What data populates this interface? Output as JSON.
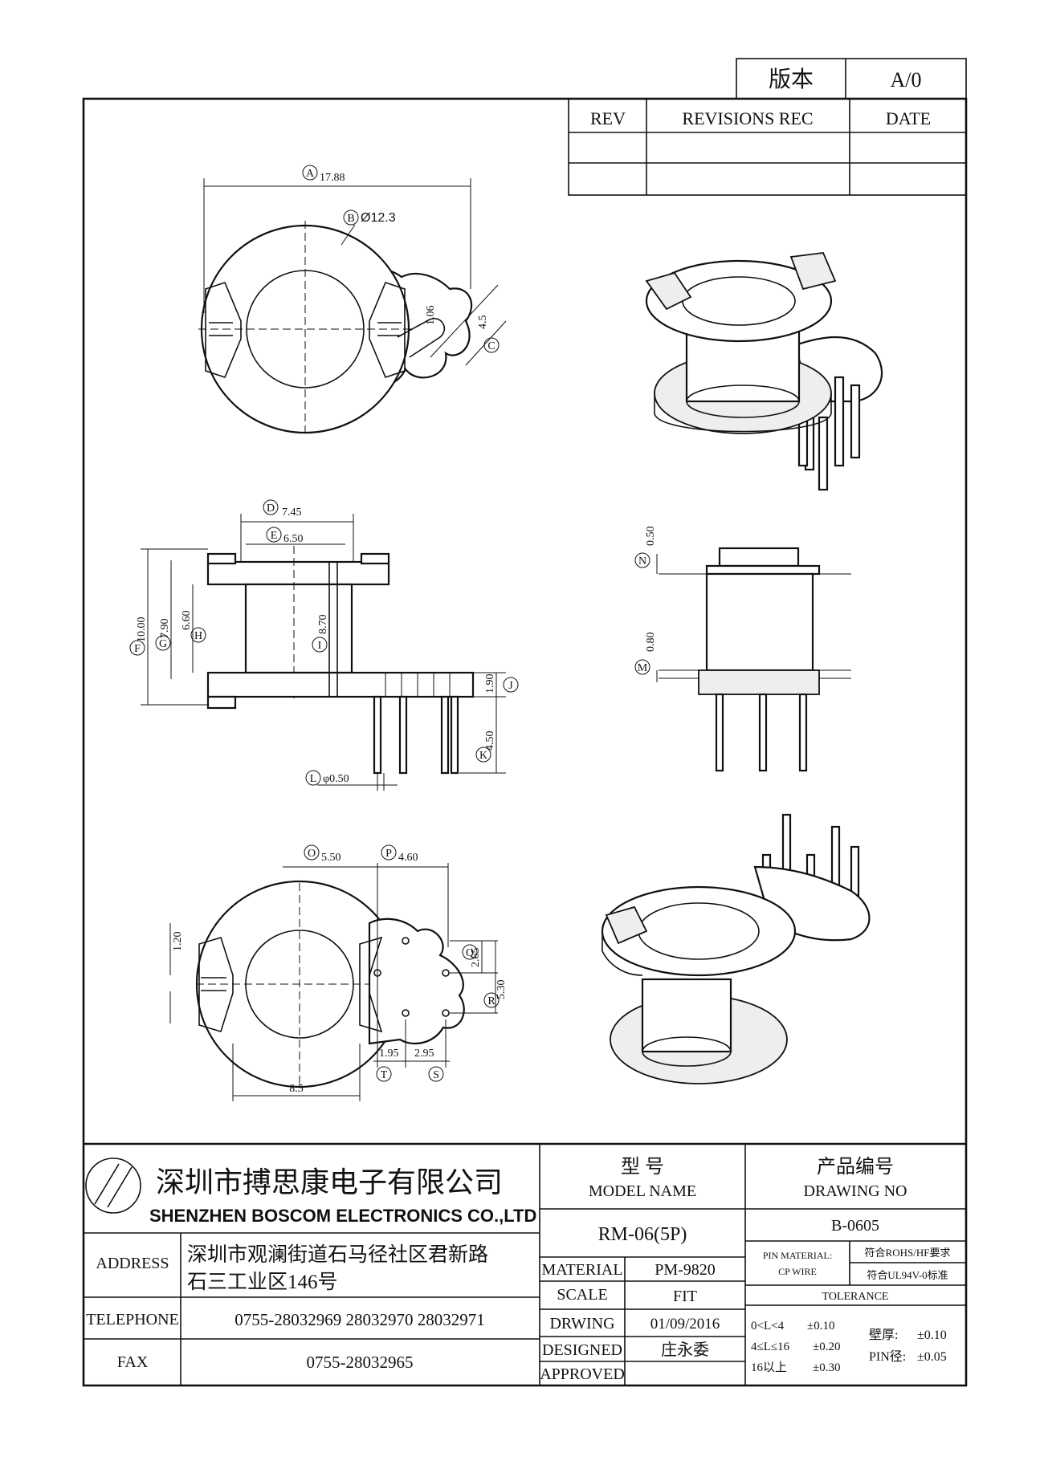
{
  "version_box": {
    "label": "版本",
    "value": "A/0"
  },
  "revision_table": {
    "rev": "REV",
    "rec": "REVISIONS REC",
    "date": "DATE"
  },
  "dims": {
    "A": "A",
    "A_val": "17.88",
    "B": "B",
    "B_val": "Ø12.3",
    "C": "C",
    "C1": "1.06",
    "C2": "4.5",
    "D": "D",
    "D_val": "7.45",
    "E": "E",
    "E_val": "6.50",
    "F": "F",
    "F_val": "10.00",
    "G": "G",
    "G_val": "7.90",
    "H": "H",
    "H_val": "6.60",
    "I": "I",
    "I_val": "8.70",
    "J": "J",
    "J_val": "1.90",
    "K": "K",
    "K_val": "4.50",
    "L": "L",
    "L_val": "φ0.50",
    "N": "N",
    "N_val": "0.50",
    "M": "M",
    "M_val": "0.80",
    "O": "O",
    "O_val": "5.50",
    "P": "P",
    "P_val": "4.60",
    "Q": "Q",
    "Q_val": "2.65",
    "R": "R",
    "R_val": "5.30",
    "T": "T",
    "T_val": "1.95",
    "S": "S",
    "S_val": "2.95",
    "U_val": "1.20",
    "W_val": "8.5"
  },
  "company": {
    "name_cn": "深圳市搏思康电子有限公司",
    "name_en": "SHENZHEN BOSCOM ELECTRONICS CO.,LTD",
    "address_label": "ADDRESS",
    "address_line1": "深圳市观澜街道石马径社区君新路",
    "address_line2": "石三工业区146号",
    "telephone_label": "TELEPHONE",
    "telephone": "0755-28032969 28032970 28032971",
    "fax_label": "FAX",
    "fax": "0755-28032965"
  },
  "model": {
    "label_cn": "型    号",
    "label_en": "MODEL NAME",
    "value": "RM-06(5P)"
  },
  "drawing_no": {
    "label_cn": "产品编号",
    "label_en": "DRAWING NO",
    "value": "B-0605"
  },
  "info": {
    "material_label": "MATERIAL",
    "material": "PM-9820",
    "scale_label": "SCALE",
    "scale": "FIT",
    "drwing_label": "DRWING",
    "drwing": "01/09/2016",
    "designed_label": "DESIGNED",
    "designed": "庄永委",
    "approved_label": "APPROVED",
    "approved": ""
  },
  "pin_material": {
    "label1": "PIN MATERIAL:",
    "label2": "CP WIRE",
    "req1": "符合ROHS/HF要求",
    "req2": "符合UL94V-0标准"
  },
  "tolerance": {
    "label": "TOLERANCE",
    "r1_range": "0<L<4",
    "r1_val": "±0.10",
    "r2_range": "4≤L≤16",
    "r2_val": "±0.20",
    "r3_range": "16以上",
    "r3_val": "±0.30",
    "wall_label": "壁厚:",
    "wall_val": "±0.10",
    "pin_label": "PIN径:",
    "pin_val": "±0.05"
  }
}
